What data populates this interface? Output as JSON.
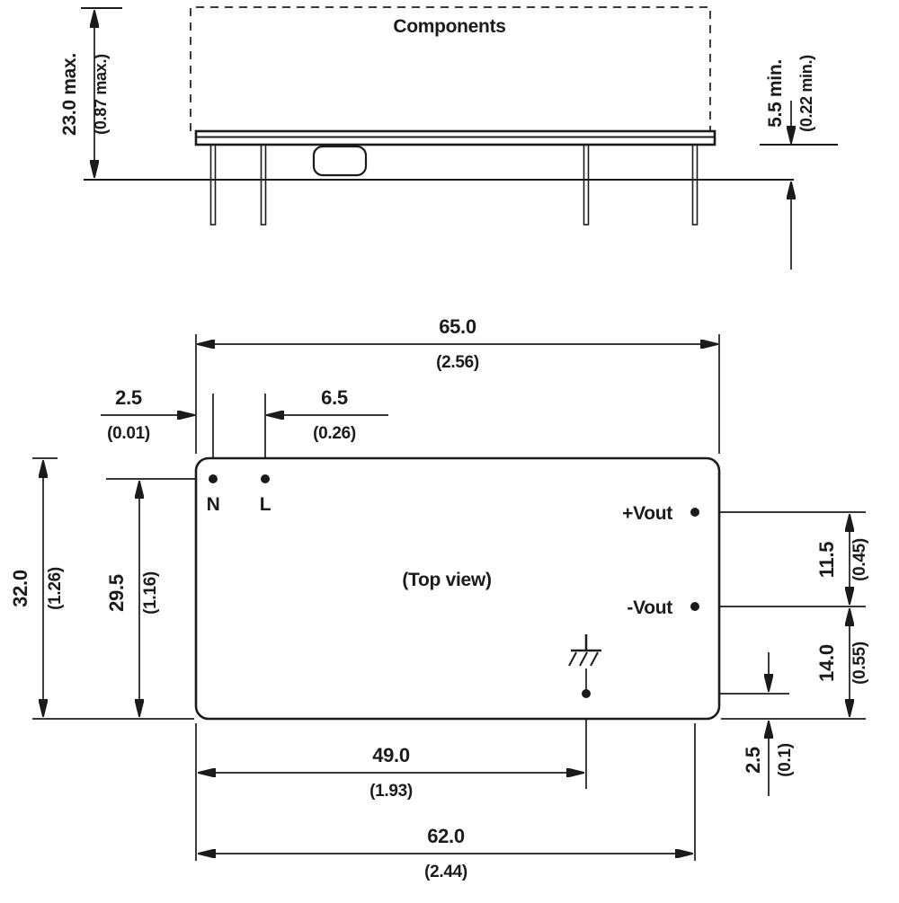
{
  "side_view": {
    "components_label": "Components",
    "height": {
      "mm": "23.0 max.",
      "inch": "(0.87 max.)"
    },
    "pin_min": {
      "mm": "5.5 min.",
      "inch": "(0.22 min.)"
    }
  },
  "top_view": {
    "label": "(Top view)",
    "pins": {
      "n": "N",
      "l": "L",
      "vpos": "+Vout",
      "vneg": "-Vout"
    },
    "dims": {
      "width": {
        "mm": "65.0",
        "inch": "(2.56)"
      },
      "pin_offset": {
        "mm": "2.5",
        "inch": "(0.01)"
      },
      "pin_pitch": {
        "mm": "6.5",
        "inch": "(0.26)"
      },
      "body_height": {
        "mm": "32.0",
        "inch": "(1.26)"
      },
      "pin_depth": {
        "mm": "29.5",
        "inch": "(1.16)"
      },
      "vout_pitch": {
        "mm": "11.5",
        "inch": "(0.45)"
      },
      "vout_to_bottom": {
        "mm": "14.0",
        "inch": "(0.55)"
      },
      "gnd_to_bottom": {
        "mm": "2.5",
        "inch": "(0.1)"
      },
      "gnd_x": {
        "mm": "49.0",
        "inch": "(1.93)"
      },
      "vout_x": {
        "mm": "62.0",
        "inch": "(2.44)"
      }
    }
  }
}
